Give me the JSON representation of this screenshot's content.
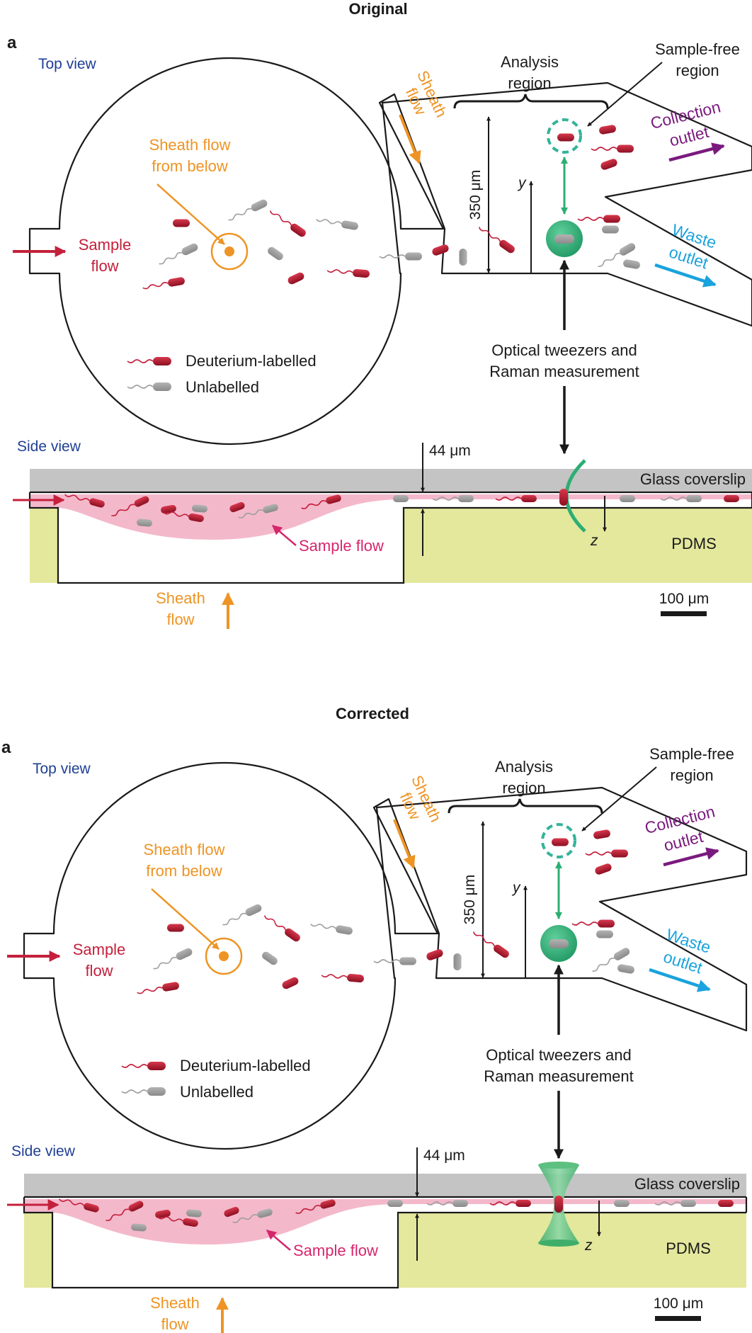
{
  "headings": {
    "original": "Original",
    "corrected": "Corrected"
  },
  "panel_label": "a",
  "labels": {
    "top_view": "Top view",
    "side_view": "Side view",
    "analysis_region_1": "Analysis",
    "analysis_region_2": "region",
    "sample_free_1": "Sample-free",
    "sample_free_2": "region",
    "collection_1": "Collection",
    "collection_2": "outlet",
    "waste_1": "Waste",
    "waste_2": "outlet",
    "sheath_1": "Sheath",
    "sheath_2": "flow",
    "sheath_below_1": "Sheath flow",
    "sheath_below_2": "from below",
    "sample_flow_1": "Sample",
    "sample_flow_2": "flow",
    "dim_350": "350 μm",
    "axis_y": "y",
    "axis_z": "z",
    "legend_deuterium": "Deuterium-labelled",
    "legend_unlabelled": "Unlabelled",
    "optical_1": "Optical tweezers and",
    "optical_2": "Raman measurement",
    "dim_44": "44 μm",
    "glass_coverslip": "Glass coverslip",
    "pdms": "PDMS",
    "sample_flow_side": "Sample flow",
    "scale_bar": "100 μm"
  },
  "colors": {
    "heading_blue": "#1f3f94",
    "sample_red": "#c4203c",
    "sheath_orange": "#ee9424",
    "collection_purple": "#7a1a7e",
    "waste_cyan": "#1aa3dc",
    "tweezer_green": "#2cae73",
    "glass_gray": "#c4c4c4",
    "pdms_yellow": "#e3e89c",
    "sample_pink": "#f4b8cb"
  },
  "icons": [
    "arrow-icon",
    "cell-red-icon",
    "cell-gray-icon",
    "trap-circle-icon",
    "tweezer-focus-icon"
  ]
}
